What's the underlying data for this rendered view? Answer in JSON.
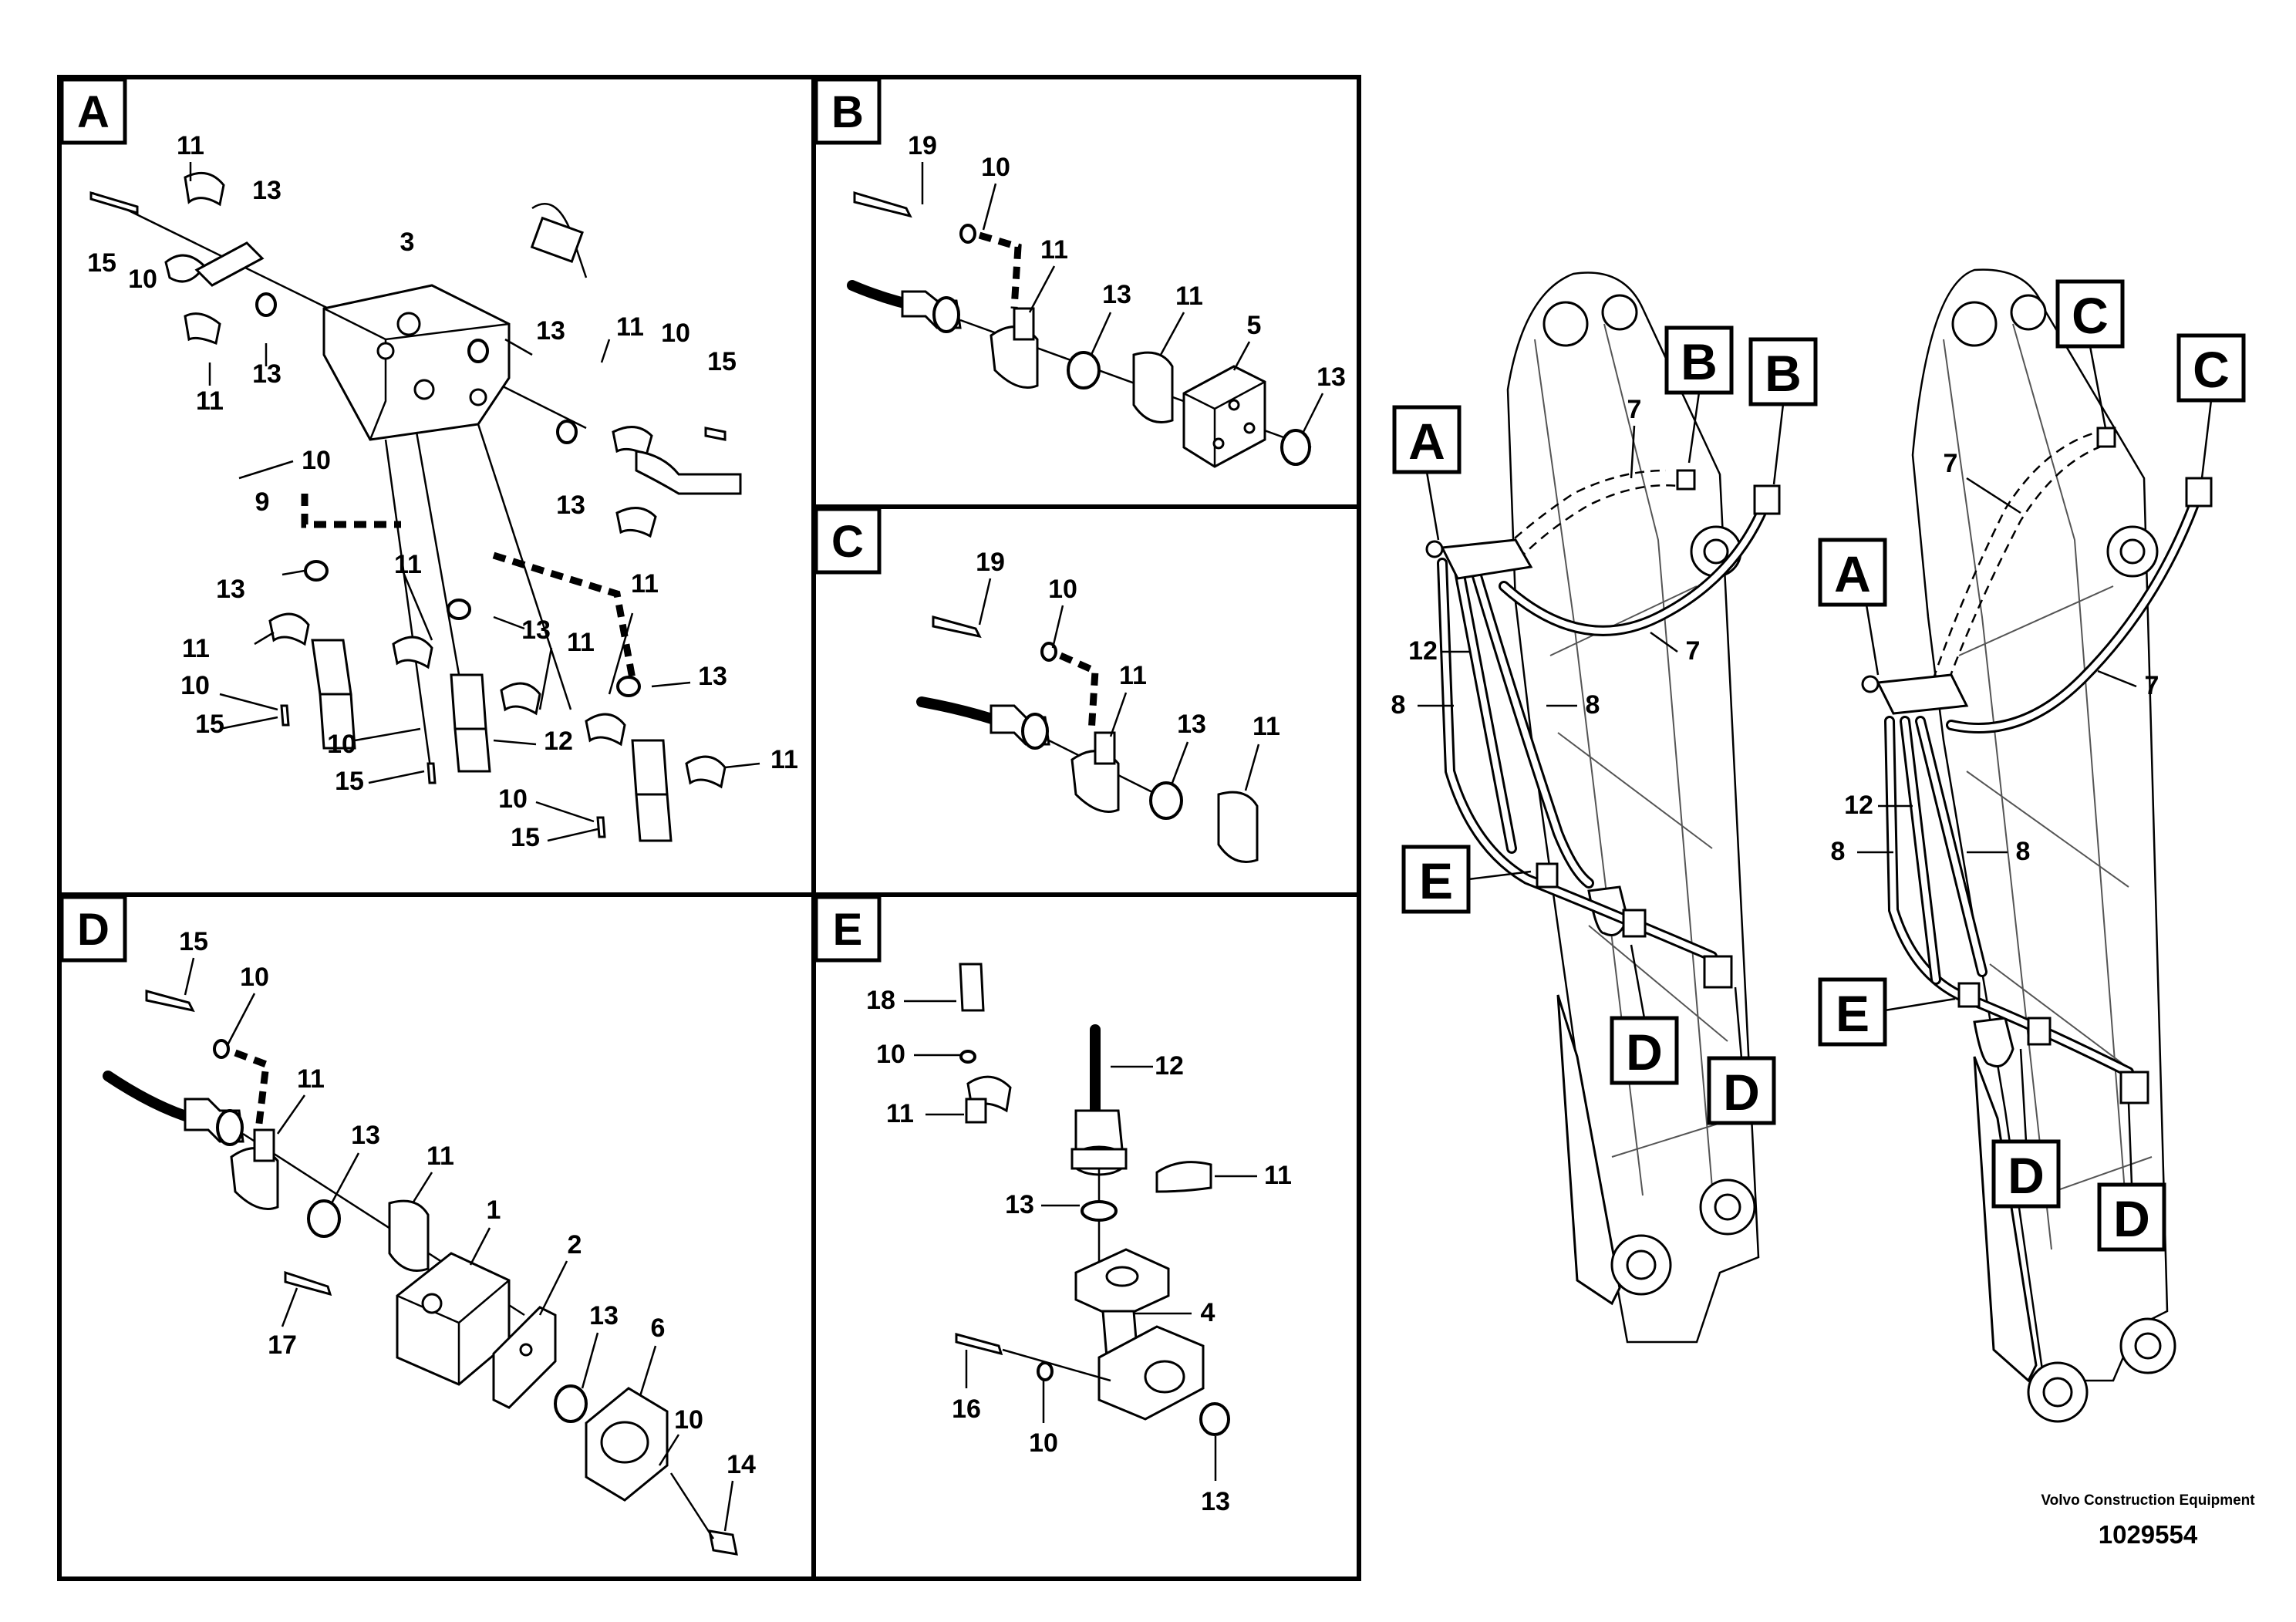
{
  "panels": [
    {
      "letter": "A",
      "callouts": [
        "11",
        "15",
        "10",
        "3",
        "13",
        "11",
        "13",
        "11",
        "10",
        "15",
        "9",
        "10",
        "13",
        "11",
        "13",
        "13",
        "11",
        "11",
        "10",
        "15",
        "10",
        "15",
        "12",
        "13",
        "11",
        "10",
        "15",
        "11",
        "13"
      ]
    },
    {
      "letter": "B",
      "callouts": [
        "19",
        "10",
        "11",
        "13",
        "11",
        "5",
        "13"
      ]
    },
    {
      "letter": "C",
      "callouts": [
        "19",
        "10",
        "11",
        "13",
        "11"
      ]
    },
    {
      "letter": "D",
      "callouts": [
        "15",
        "10",
        "11",
        "13",
        "11",
        "1",
        "2",
        "17",
        "13",
        "6",
        "10",
        "14"
      ]
    },
    {
      "letter": "E",
      "callouts": [
        "18",
        "10",
        "11",
        "12",
        "13",
        "11",
        "4",
        "16",
        "10",
        "13"
      ]
    }
  ],
  "overview_left": {
    "labels": [
      "A",
      "B",
      "B",
      "E",
      "D",
      "D"
    ],
    "callouts": [
      "7",
      "7",
      "12",
      "8",
      "8"
    ]
  },
  "overview_right": {
    "labels": [
      "C",
      "C",
      "A",
      "E",
      "D",
      "D"
    ],
    "callouts": [
      "7",
      "7",
      "12",
      "8",
      "8"
    ]
  },
  "footer": {
    "maker": "Volvo Construction Equipment",
    "drawing_number": "1029554"
  }
}
